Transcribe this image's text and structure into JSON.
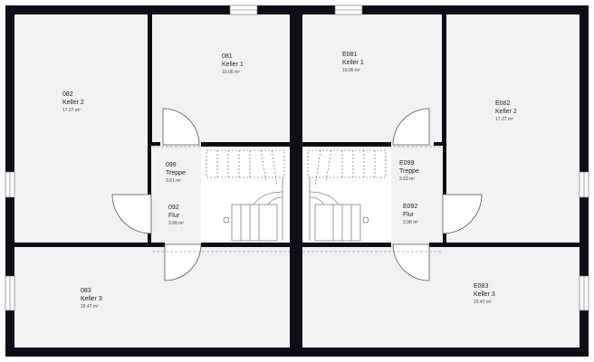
{
  "colors": {
    "wall": "#0e0e18",
    "floor": "#f2f2f2",
    "door": "#555555"
  },
  "rooms": [
    {
      "number": "082",
      "name": "Keller 2",
      "area": "17.27 m²"
    },
    {
      "number": "081",
      "name": "Keller 1",
      "area": "10.06 m²"
    },
    {
      "number": "E081",
      "name": "Keller 1",
      "area": "10.06 m²"
    },
    {
      "number": "E082",
      "name": "Keller 2",
      "area": "17.27 m²"
    },
    {
      "number": "099",
      "name": "Treppe",
      "area": "3.61 m²"
    },
    {
      "number": "E099",
      "name": "Treppe",
      "area": "3.62 m²"
    },
    {
      "number": "092",
      "name": "Flur",
      "area": "3.98 m²"
    },
    {
      "number": "E092",
      "name": "Flur",
      "area": "3.98 m²"
    },
    {
      "number": "083",
      "name": "Keller 3",
      "area": "15.47 m²"
    },
    {
      "number": "E083",
      "name": "Keller 3",
      "area": "15.47 m²"
    }
  ]
}
